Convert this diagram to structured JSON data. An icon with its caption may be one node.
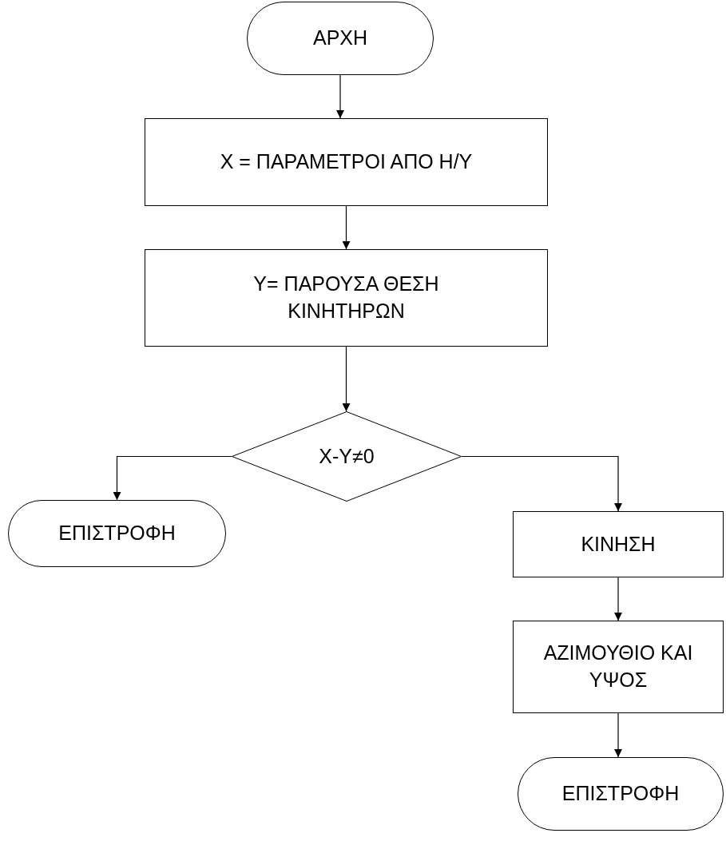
{
  "diagram": {
    "nodes": [
      {
        "text": [
          "ΑΡΧΗ"
        ]
      },
      {
        "text": [
          "X = ΠΑΡΑΜΕΤΡΟΙ ΑΠΟ Η/Υ"
        ]
      },
      {
        "text": [
          "Y= ΠΑΡΟΥΣΑ ΘΕΣΗ ΚΙΝΗΤΗΡΩΝ"
        ]
      },
      {
        "text": [
          "X-Y≠0"
        ]
      },
      {
        "text": [
          "ΕΠΙΣΤΡΟΦΗ"
        ]
      },
      {
        "text": [
          "ΚΙΝΗΣΗ"
        ]
      },
      {
        "text": [
          "ΑΖΙΜΟΥΘΙΟ ΚΑΙ ΥΨΟΣ"
        ]
      },
      {
        "text": [
          "ΕΠΙΣΤΡΟΦΗ"
        ]
      }
    ],
    "edges": [
      {
        "from": 0,
        "to": 1,
        "arrow": "to"
      },
      {
        "from": 1,
        "to": 2,
        "arrow": "to"
      },
      {
        "from": 2,
        "to": 3,
        "arrow": "to"
      },
      {
        "from": 3,
        "to": 4,
        "arrow": "to"
      },
      {
        "from": 3,
        "to": 5,
        "arrow": "to"
      },
      {
        "from": 5,
        "to": 6,
        "arrow": "to"
      },
      {
        "from": 6,
        "to": 7,
        "arrow": "to"
      }
    ]
  }
}
